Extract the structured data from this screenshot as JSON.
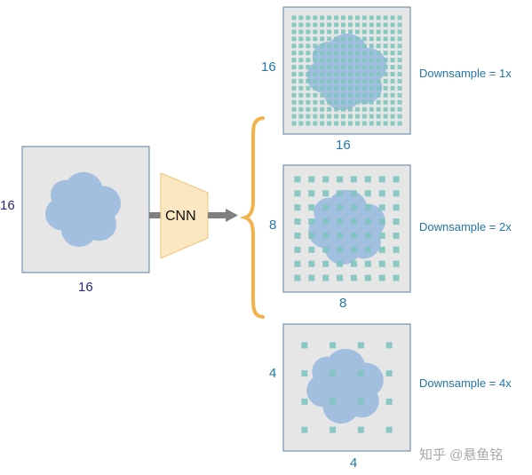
{
  "input_panel": {
    "side_label": "16",
    "bottom_label": "16"
  },
  "network": {
    "label": "CNN"
  },
  "outputs": [
    {
      "side_label": "16",
      "bottom_label": "16",
      "caption": "Downsample = 1x",
      "grid_count": 16
    },
    {
      "side_label": "8",
      "bottom_label": "8",
      "caption": "Downsample = 2x",
      "grid_count": 8
    },
    {
      "side_label": "4",
      "bottom_label": "4",
      "caption": "Downsample = 4x",
      "grid_count": 4
    }
  ],
  "watermark": "知乎 @悬鱼铭",
  "colors": {
    "panel_fill": "#e6e6e6",
    "panel_stroke": "#5b7fa6",
    "blob": "#a2bfdf",
    "grid_dot": "#7fc4c0",
    "funnel": "#fbe7c1",
    "brace": "#f2b34a",
    "arrow": "#7f7f7f",
    "label_navy": "#2a2a7a",
    "label_blue": "#2476a8"
  }
}
